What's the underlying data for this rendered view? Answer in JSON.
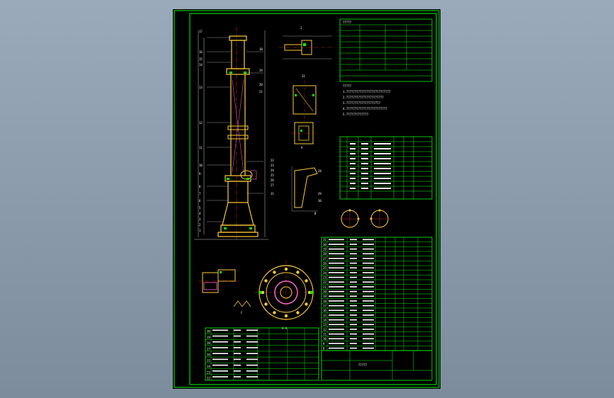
{
  "app": {
    "title": ""
  },
  "colors": {
    "background": "#8a9aaa",
    "sheet": "#000000",
    "border": "#00ff00",
    "part": "#ffcc33",
    "dims": "#ffffff",
    "hatch": "#ff66cc",
    "center": "#ff3333"
  },
  "drawing": {
    "top_callouts": [
      "17",
      "16",
      "15",
      "14",
      "13",
      "12",
      "11",
      "10",
      "9",
      "8",
      "7",
      "6",
      "5",
      "4",
      "3",
      "2",
      "1"
    ],
    "right_callouts": [
      "18",
      "19",
      "20",
      "21",
      "22",
      "23",
      "24",
      "25",
      "26",
      "27",
      "28",
      "29",
      "30",
      "31"
    ],
    "section_labels": [
      "I",
      "II",
      "A",
      "B",
      "A-A",
      "C"
    ],
    "title_block": "77777",
    "notes": [
      "1.77777777777777777777777777",
      "2.7777777777777777777777",
      "3.77777777777777777777",
      "4.777777777777777777777777",
      "5.7777777777777"
    ]
  },
  "tables": {
    "top_right_rows": 11,
    "mid_right_rows": 12,
    "bottom_right_rows": 24,
    "bottom_left_rows": 9,
    "bottom_right_numbers": [
      "31",
      "30",
      "29",
      "28",
      "27",
      "26",
      "25",
      "24",
      "23",
      "22",
      "21",
      "20",
      "19",
      "18",
      "17",
      "16",
      "15",
      "14",
      "13",
      "12",
      "11",
      "10",
      "9",
      "8"
    ],
    "bottom_left_numbers": [
      "30",
      "29",
      "28",
      "27",
      "26",
      "25",
      "24",
      "23",
      "22"
    ]
  }
}
